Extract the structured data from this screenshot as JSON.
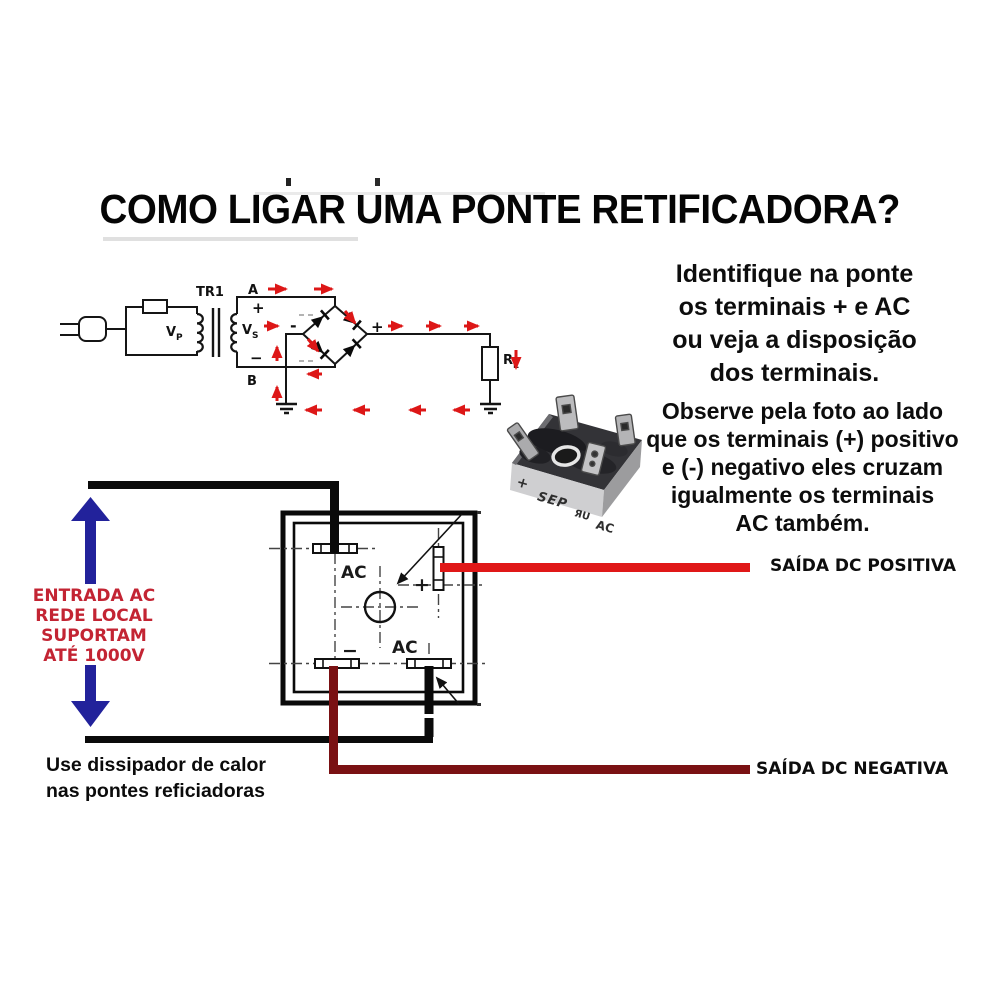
{
  "title": "COMO LIGAR UMA PONTE RETIFICADORA?",
  "intro_note_1": {
    "lines": [
      "Identifique na ponte",
      "os terminais + e AC",
      "ou veja a disposição",
      "dos terminais."
    ]
  },
  "intro_note_2": {
    "lines": [
      "Observe pela foto ao lado",
      "que os terminais (+) positivo",
      "e (-) negativo eles cruzam",
      "igualmente os terminais",
      "AC também."
    ]
  },
  "ac_input_label": {
    "lines": [
      "ENTRADA AC",
      "REDE LOCAL",
      "SUPORTAM",
      "ATÉ 1000V"
    ]
  },
  "outputs": {
    "positive": "SAÍDA DC POSITIVA",
    "negative": "SAÍDA DC NEGATIVA"
  },
  "heatsink_note": {
    "lines": [
      "Use dissipador de calor",
      "nas pontes reficiadoras"
    ]
  },
  "circuit": {
    "transformer": "TR1",
    "primary_v": "V",
    "primary_v_sub": "P",
    "secondary_v": "V",
    "secondary_v_sub": "S",
    "terminal_a": "A",
    "terminal_a_sign": "+",
    "terminal_b": "B",
    "terminal_b_sign": "−",
    "bridge_minus": "-",
    "bridge_plus": "+",
    "load_r": "R",
    "load_r_sub": "L"
  },
  "bridge_schematic": {
    "ac_top": "AC",
    "plus": "+",
    "minus": "−",
    "ac_bottom": "AC"
  },
  "photo_markings": {
    "plus": "+",
    "brand": "SEP",
    "cert_mark": "ЯU",
    "ac": "AC"
  },
  "colors": {
    "accent_red": "#e01818",
    "dark_red": "#7a1113",
    "navy_blue": "#22229b",
    "text_red": "#c32433"
  }
}
